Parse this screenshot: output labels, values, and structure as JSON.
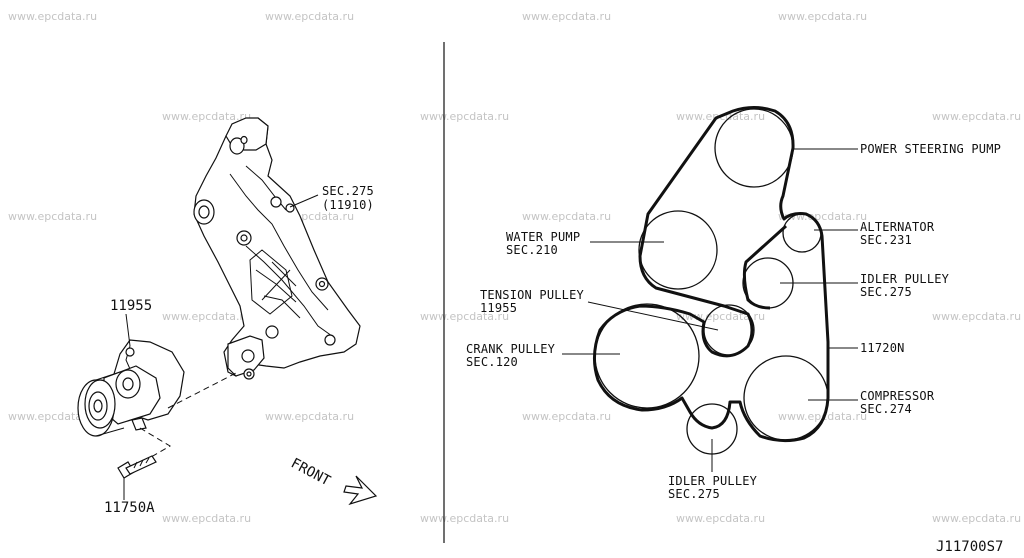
{
  "watermark": "www.epcdata.ru",
  "diagram_code": "J11700S7",
  "left_panel": {
    "bracket_label_line1": "SEC.275",
    "bracket_label_line2": "(11910)",
    "tensioner_part": "11955",
    "bolt_part": "11750A",
    "front_label": "FRONT"
  },
  "belt_routing": {
    "power_steering": "POWER STEERING PUMP",
    "alternator_line1": "ALTERNATOR",
    "alternator_line2": "SEC.231",
    "idler_upper_line1": "IDLER PULLEY",
    "idler_upper_line2": "SEC.275",
    "belt_part": "11720N",
    "compressor_line1": "COMPRESSOR",
    "compressor_line2": "SEC.274",
    "water_pump_line1": "WATER PUMP",
    "water_pump_line2": "SEC.210",
    "tension_line1": "TENSION PULLEY",
    "tension_line2": "11955",
    "crank_line1": "CRANK PULLEY",
    "crank_line2": "SEC.120",
    "idler_lower_line1": "IDLER PULLEY",
    "idler_lower_line2": "SEC.275"
  }
}
